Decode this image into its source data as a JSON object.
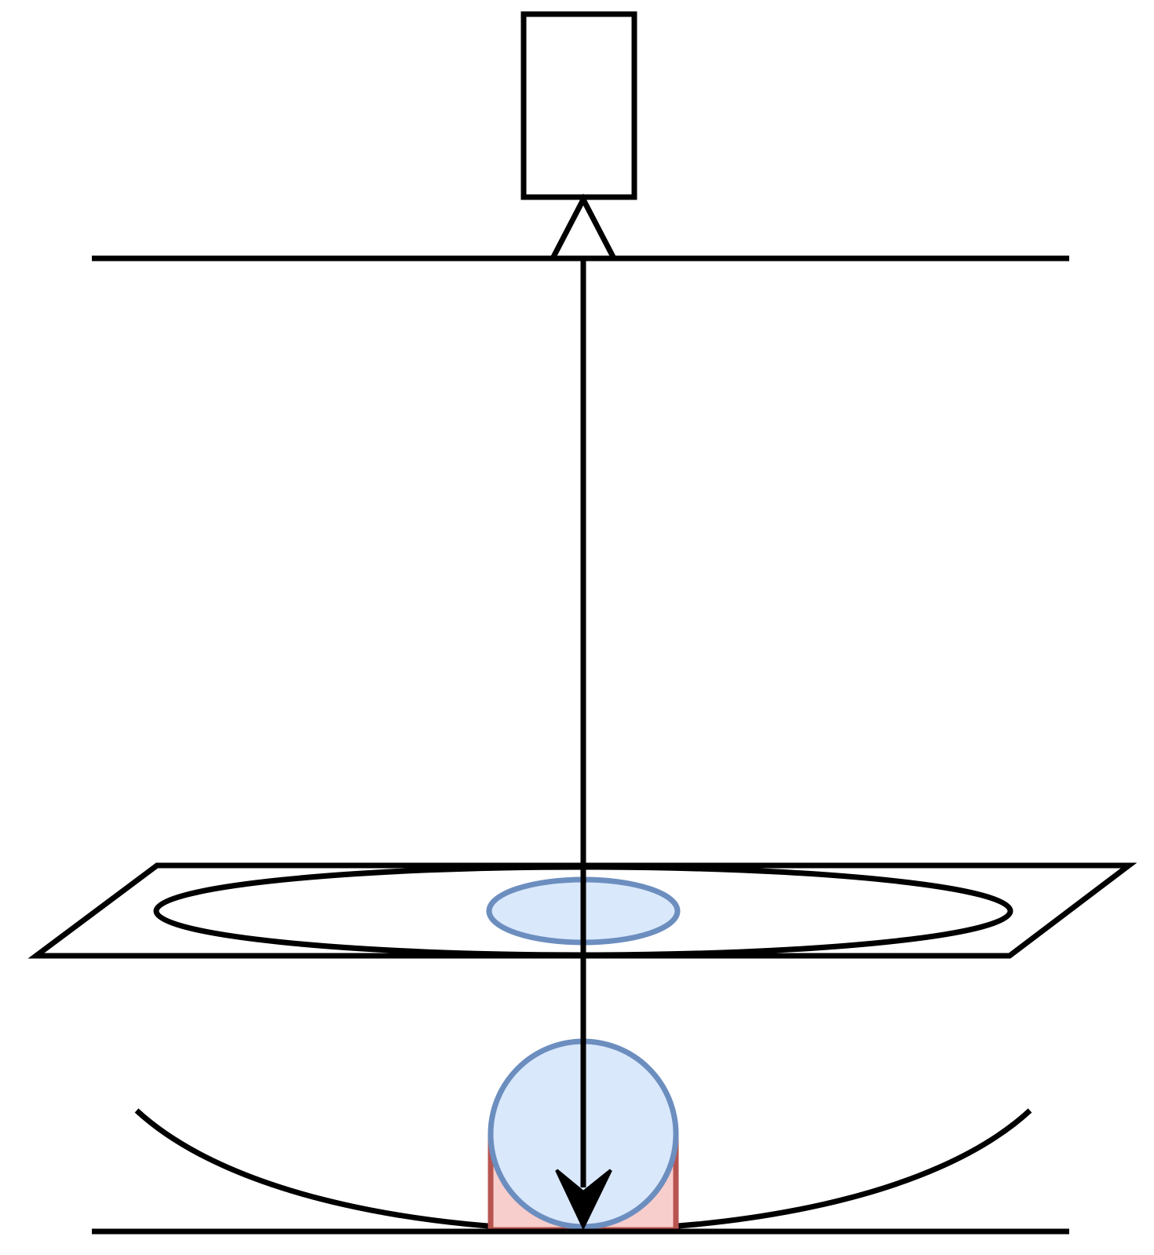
{
  "colors": {
    "stroke": "#000000",
    "blue_fill": "#dae8fc",
    "blue_stroke": "#6c8ebf",
    "red_fill": "#f8cecc",
    "red_stroke": "#b85450",
    "background": "#ffffff"
  },
  "elements": [
    "sensor-box",
    "hollow-triangle-marker",
    "top-horizontal-line",
    "vertical-ray",
    "parallelogram-plane",
    "large-ellipse",
    "small-blue-ellipse",
    "curved-surface-arc",
    "red-contact-region",
    "blue-sphere",
    "filled-arrowhead",
    "bottom-horizontal-line"
  ]
}
